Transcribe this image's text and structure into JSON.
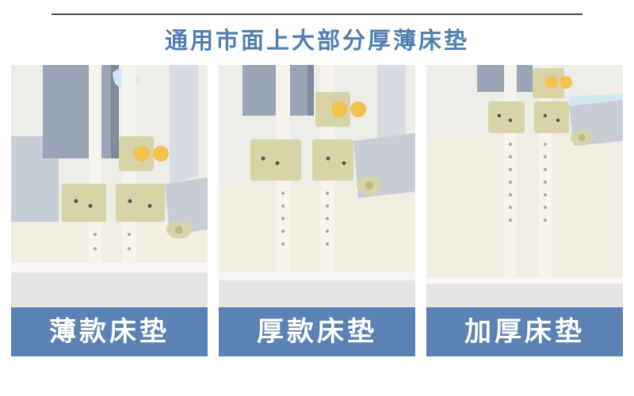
{
  "headline": "通用市面上大部分厚薄床垫",
  "panels": [
    {
      "caption": "薄款床垫",
      "mattress": "thin"
    },
    {
      "caption": "厚款床垫",
      "mattress": "thick"
    },
    {
      "caption": "加厚床垫",
      "mattress": "extra-thick"
    }
  ],
  "colors": {
    "headline": "#4f7fb3",
    "caption_bg": "#5b82b5",
    "caption_text": "#ffffff",
    "clamp": "#d9d3a8",
    "knob": "#f2c14e",
    "rail": "#f5f3ec",
    "mattress": "#f1ede0",
    "panel_gray": "#9aa6b6"
  }
}
